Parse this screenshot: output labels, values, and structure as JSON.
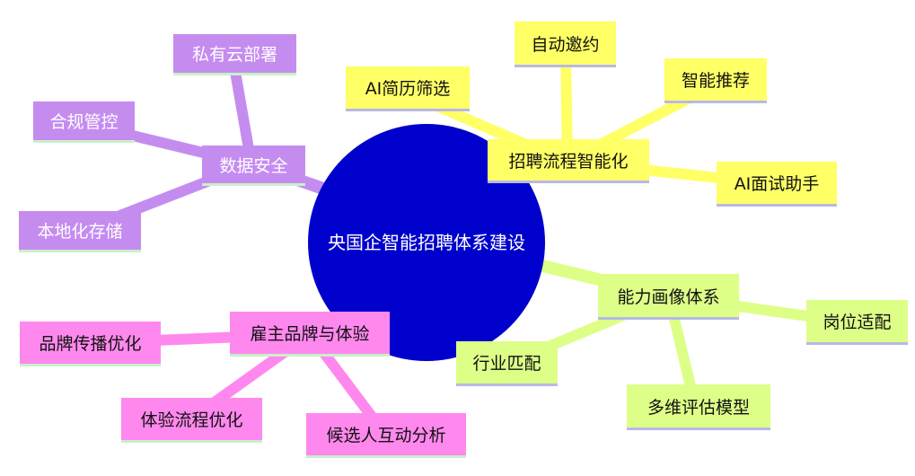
{
  "center": "央国企智能招聘体系建设",
  "colors": {
    "center": "#0000cc",
    "security": "#c58cf0",
    "process": "#ffff66",
    "capability": "#ddff88",
    "brand": "#ff88ee"
  },
  "branches": {
    "security": {
      "label": "数据安全",
      "children": [
        "私有云部署",
        "合规管控",
        "本地化存储"
      ]
    },
    "process": {
      "label": "招聘流程智能化",
      "children": [
        "AI简历筛选",
        "自动邀约",
        "智能推荐",
        "AI面试助手"
      ]
    },
    "capability": {
      "label": "能力画像体系",
      "children": [
        "岗位适配",
        "行业匹配",
        "多维评估模型"
      ]
    },
    "brand": {
      "label": "雇主品牌与体验",
      "children": [
        "品牌传播优化",
        "体验流程优化",
        "候选人互动分析"
      ]
    }
  }
}
